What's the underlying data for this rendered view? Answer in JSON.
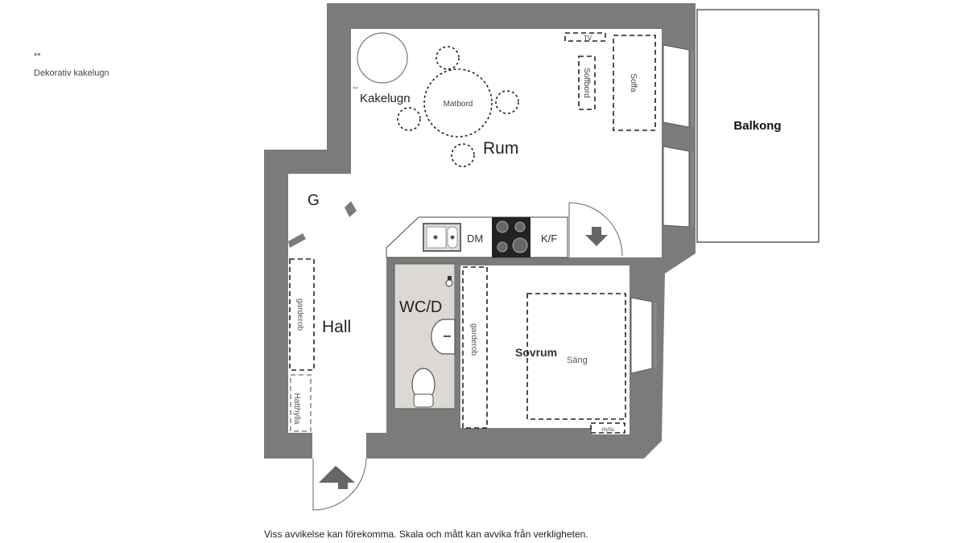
{
  "legend": {
    "marker": "**",
    "text": "Dekorativ kakelugn"
  },
  "rooms": {
    "rum": "Rum",
    "hall": "Hall",
    "wc": "WC/D",
    "sovrum": "Sovrum",
    "balkong": "Balkong",
    "g": "G"
  },
  "furniture": {
    "kakelugn": "Kakelugn",
    "kakelugn_marker": "**",
    "matbord": "Matbord",
    "tv": "TV",
    "soffbord": "Soffbord",
    "soffa": "Soffa",
    "dm": "DM",
    "kf": "K/F",
    "garderob_hall": "garderob",
    "hatthylla": "Hatthylla",
    "garderob_sovrum": "garderob",
    "sang": "Säng",
    "hylla": "Hylla"
  },
  "footer": "Viss avvikelse kan förekomma. Skala och mått kan avvika från verkligheten.",
  "colors": {
    "wall": "#7b7b7b",
    "wc_floor": "#dcd8d4"
  }
}
